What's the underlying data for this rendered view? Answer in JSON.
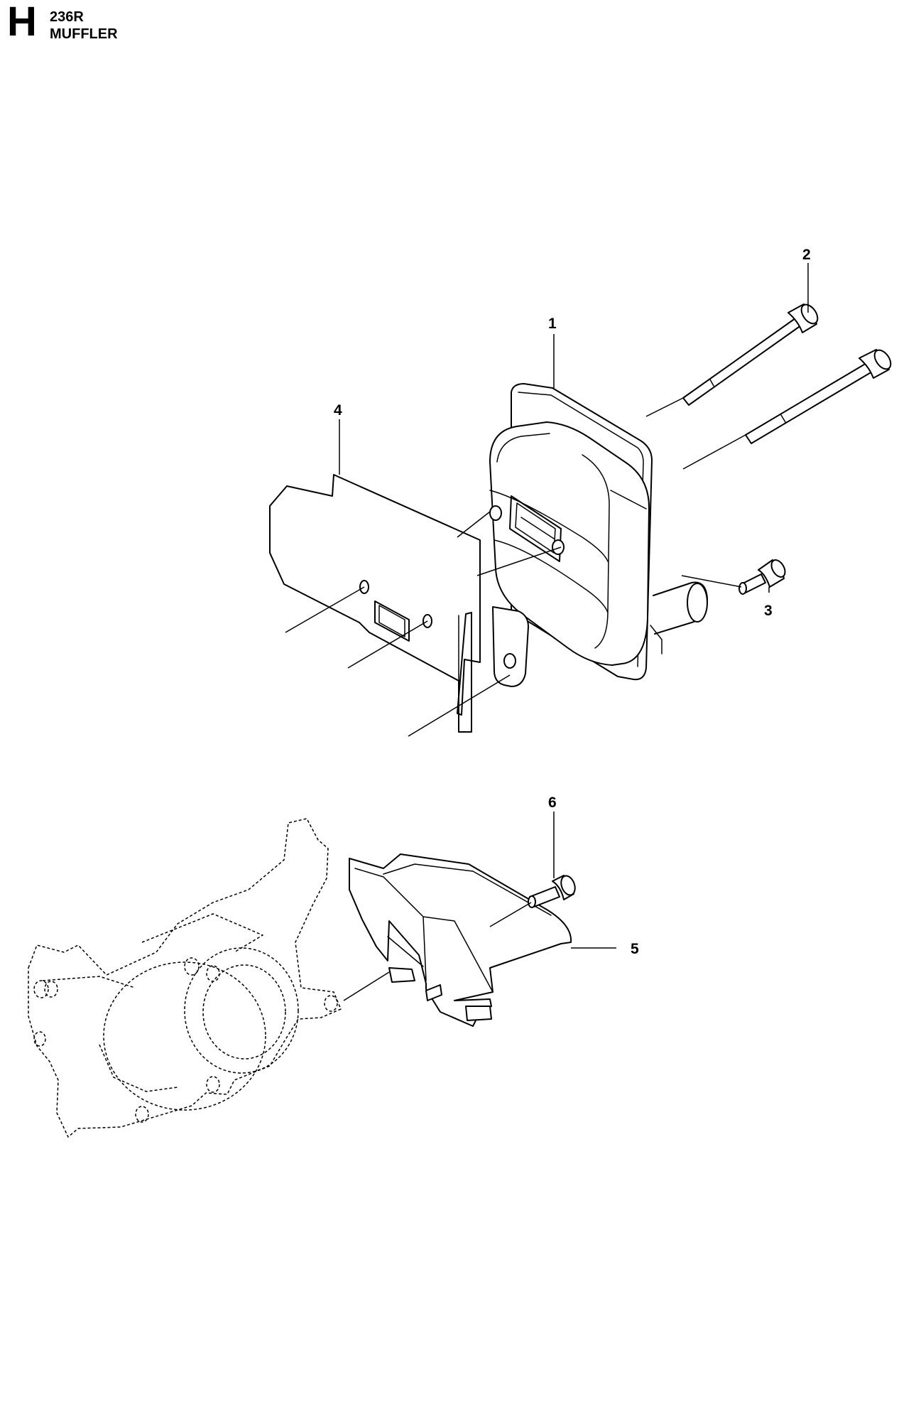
{
  "header": {
    "section_letter": "H",
    "model": "236R",
    "title": "MUFFLER"
  },
  "callouts": [
    {
      "id": "1",
      "label": "1"
    },
    {
      "id": "2",
      "label": "2"
    },
    {
      "id": "3",
      "label": "3"
    },
    {
      "id": "4",
      "label": "4"
    },
    {
      "id": "5",
      "label": "5"
    },
    {
      "id": "6",
      "label": "6"
    }
  ],
  "parts": [
    {
      "callout": "1",
      "icon": "muffler-icon"
    },
    {
      "callout": "2",
      "icon": "long-bolt-icon"
    },
    {
      "callout": "3",
      "icon": "short-screw-icon"
    },
    {
      "callout": "4",
      "icon": "heat-shield-plate-icon"
    },
    {
      "callout": "5",
      "icon": "muffler-guard-icon"
    },
    {
      "callout": "6",
      "icon": "guard-screw-icon"
    }
  ],
  "reference_part": {
    "icon": "crankcase-icon",
    "style": "dashed"
  }
}
